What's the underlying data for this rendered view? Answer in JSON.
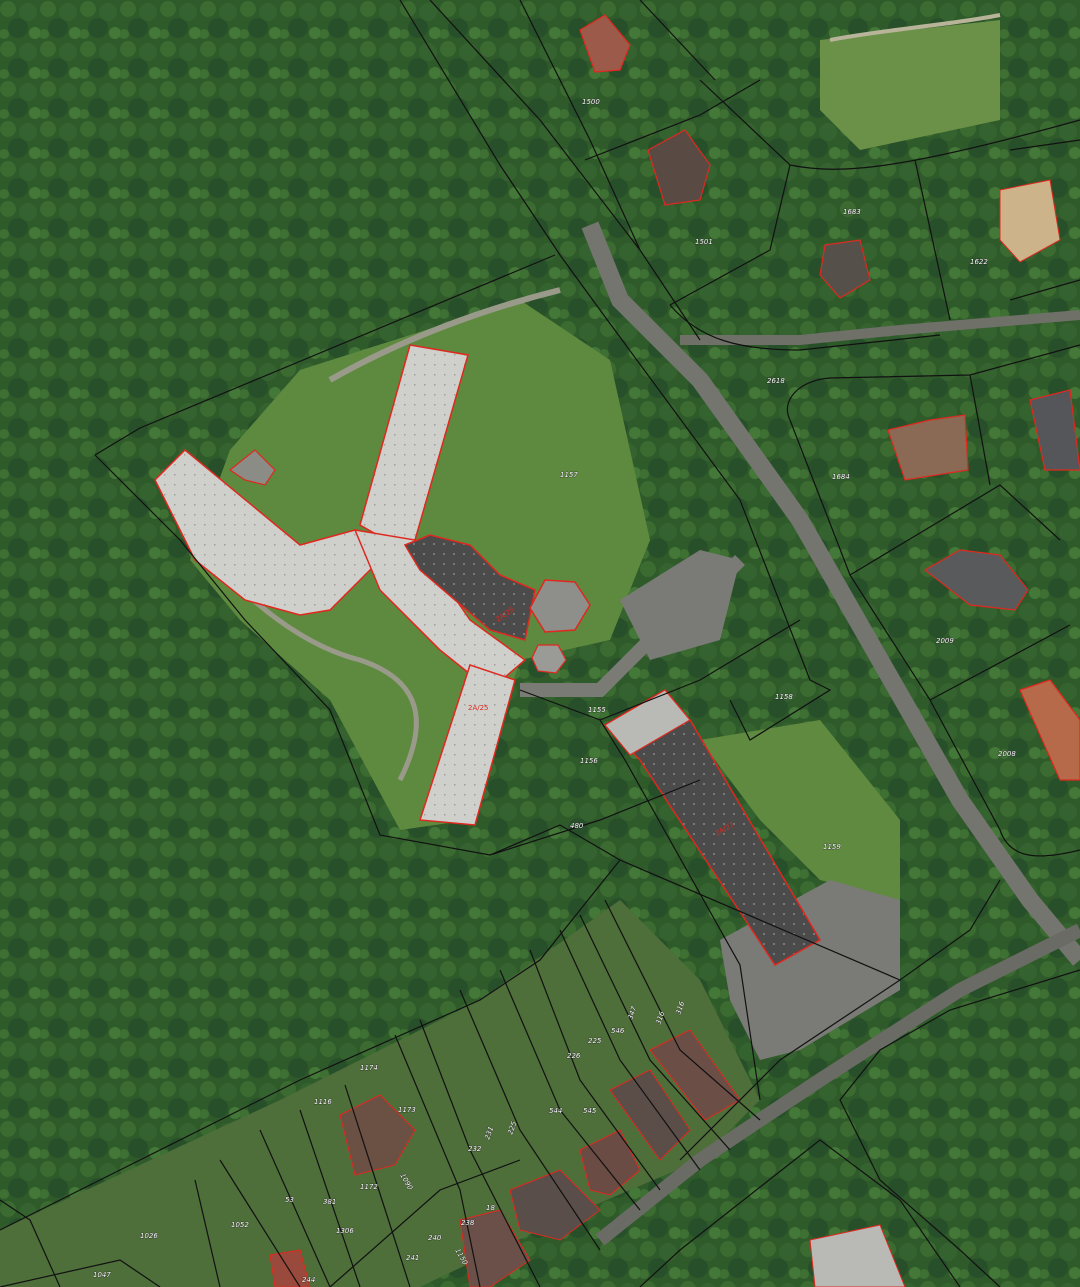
{
  "map": {
    "type": "cadastral-aerial",
    "colors": {
      "forest": "#2f5a2a",
      "forest_dark": "#1f3d1c",
      "lawn": "#5e8a3f",
      "road": "#6f7068",
      "roof": "#cfd0cb",
      "roof_dark": "#3d3e3d",
      "parcel_line": "#111111",
      "building_outline": "#e0281f"
    },
    "parcels": [
      "1500",
      "1501",
      "1683",
      "1622",
      "2618",
      "1157",
      "1684",
      "2009",
      "1158",
      "2008",
      "1155",
      "1156",
      "480",
      "1159",
      "347",
      "316",
      "316",
      "226",
      "225",
      "546",
      "544",
      "545",
      "232",
      "231",
      "225",
      "1173",
      "1174",
      "1116",
      "1090",
      "1172",
      "381",
      "1306",
      "53",
      "1052",
      "1026",
      "1047",
      "240",
      "241",
      "238",
      "1150",
      "244",
      "18"
    ],
    "buildings": [
      "2A/25",
      "2A/25",
      "2A/27"
    ]
  }
}
